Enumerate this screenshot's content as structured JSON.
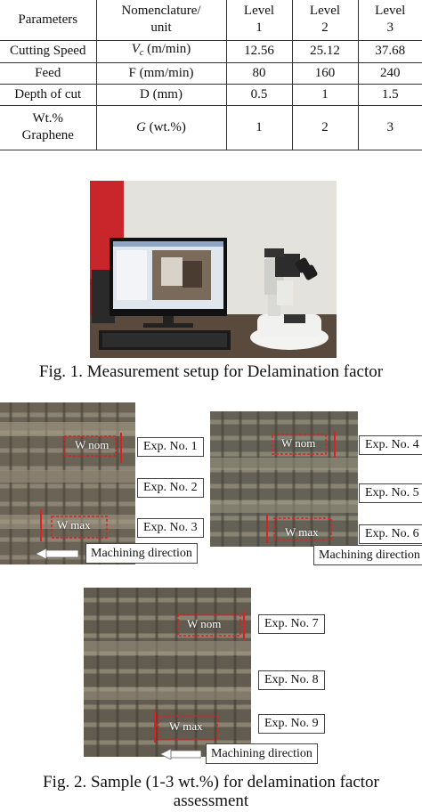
{
  "table": {
    "headers": [
      "Parameters",
      "Nomenclature/\nunit",
      "Level\n1",
      "Level\n2",
      "Level\n3"
    ],
    "rows": [
      {
        "param": "Cutting Speed",
        "symbol": "V",
        "subscript": "c",
        "unit": " (m/min)",
        "levels": [
          "12.56",
          "25.12",
          "37.68"
        ]
      },
      {
        "param": "Feed",
        "symbol": "",
        "subscript": "",
        "unit": "F (mm/min)",
        "levels": [
          "80",
          "160",
          "240"
        ]
      },
      {
        "param": "Depth of cut",
        "symbol": "",
        "subscript": "",
        "unit": "D (mm)",
        "levels": [
          "0.5",
          "1",
          "1.5"
        ]
      },
      {
        "param": "Wt.%\nGraphene",
        "symbol": "G",
        "subscript": "",
        "unit": " (wt.%)",
        "levels": [
          "1",
          "2",
          "3"
        ]
      }
    ]
  },
  "figure1": {
    "caption": "Fig. 1. Measurement setup for Delamination factor"
  },
  "figure2": {
    "panel_a": {
      "labels": [
        "Exp. No. 1",
        "Exp. No. 2",
        "Exp. No. 3"
      ],
      "w_nom": "W nom",
      "w_max": "W max",
      "direction": "Machining direction"
    },
    "panel_b": {
      "labels": [
        "Exp. No. 4",
        "Exp. No. 5",
        "Exp. No. 6"
      ],
      "w_nom": "W nom",
      "w_max": "W max",
      "direction": "Machining direction"
    },
    "panel_c": {
      "labels": [
        "Exp. No. 7",
        "Exp. No. 8",
        "Exp. No. 9"
      ],
      "w_nom": "W nom",
      "w_max": "W max",
      "direction": "Machining direction"
    },
    "caption": "Fig. 2. Sample (1-3 wt.%) for delamination factor\nassessment"
  }
}
